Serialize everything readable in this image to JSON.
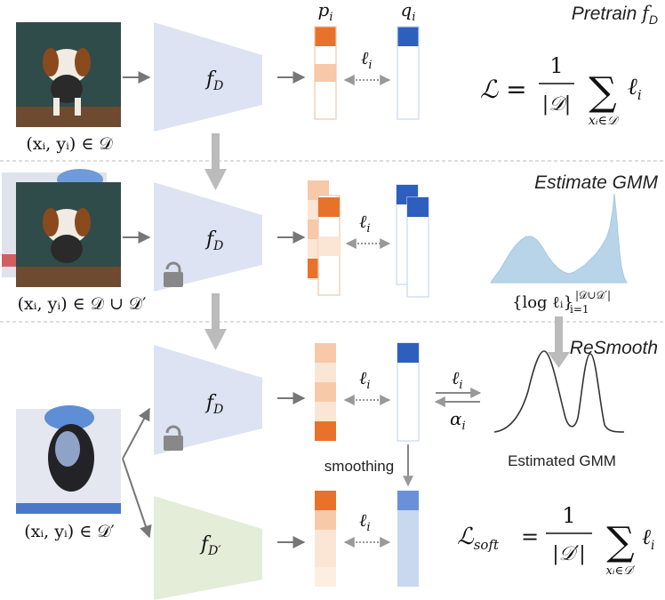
{
  "stages": {
    "pretrain": {
      "title_prefix": "Pretrain ",
      "title_fn": "f",
      "title_sub": "D"
    },
    "estimate": {
      "title": "Estimate GMM"
    },
    "resmooth": {
      "title": "ReSmooth"
    }
  },
  "labels": {
    "p": "p",
    "p_sub": "i",
    "q": "q",
    "q_sub": "i",
    "loss_ell": "ℓ",
    "loss_sub": "i",
    "alpha": "α",
    "alpha_sub": "i",
    "model": "f",
    "model_sub": "D",
    "model_prime_sub": "D′",
    "smoothing": "smoothing",
    "estimated_gmm": "Estimated GMM"
  },
  "inputs": {
    "row1": "(xᵢ, yᵢ) ∈ 𝒟",
    "row2": "(xᵢ, yᵢ) ∈ 𝒟 ∪ 𝒟′",
    "row3": "(xᵢ, yᵢ) ∈ 𝒟′"
  },
  "formulas": {
    "loss": {
      "lhs": "ℒ =",
      "num": "1",
      "den": "|𝒟|",
      "sum": "∑",
      "sum_sub": "xᵢ∈𝒟",
      "term": "ℓ",
      "term_sub": "i"
    },
    "soft": {
      "lhs": "ℒ",
      "lhs_sub": "soft",
      "eq": "=",
      "num": "1",
      "den": "|𝒟′|",
      "sum": "∑",
      "sum_sub": "xᵢ∈𝒟′",
      "term": "ℓ",
      "term_sub": "i"
    },
    "hist_caption": "{log ℓᵢ}",
    "hist_sup": "|𝒟∪𝒟′|",
    "hist_sub": "i=1"
  },
  "colors": {
    "trapezoid_blue": "#dde3f2",
    "trapezoid_green": "#e3edd8",
    "orange_dark": "#e8722a",
    "orange_light": "#f7c9a8",
    "orange_pale": "#fbe6d6",
    "blue_dark": "#2e5fbf",
    "blue_light": "#c9d7ef",
    "hist_fill": "#b8d4e8",
    "arrow": "#777777",
    "big_arrow": "#bbbbbb"
  }
}
